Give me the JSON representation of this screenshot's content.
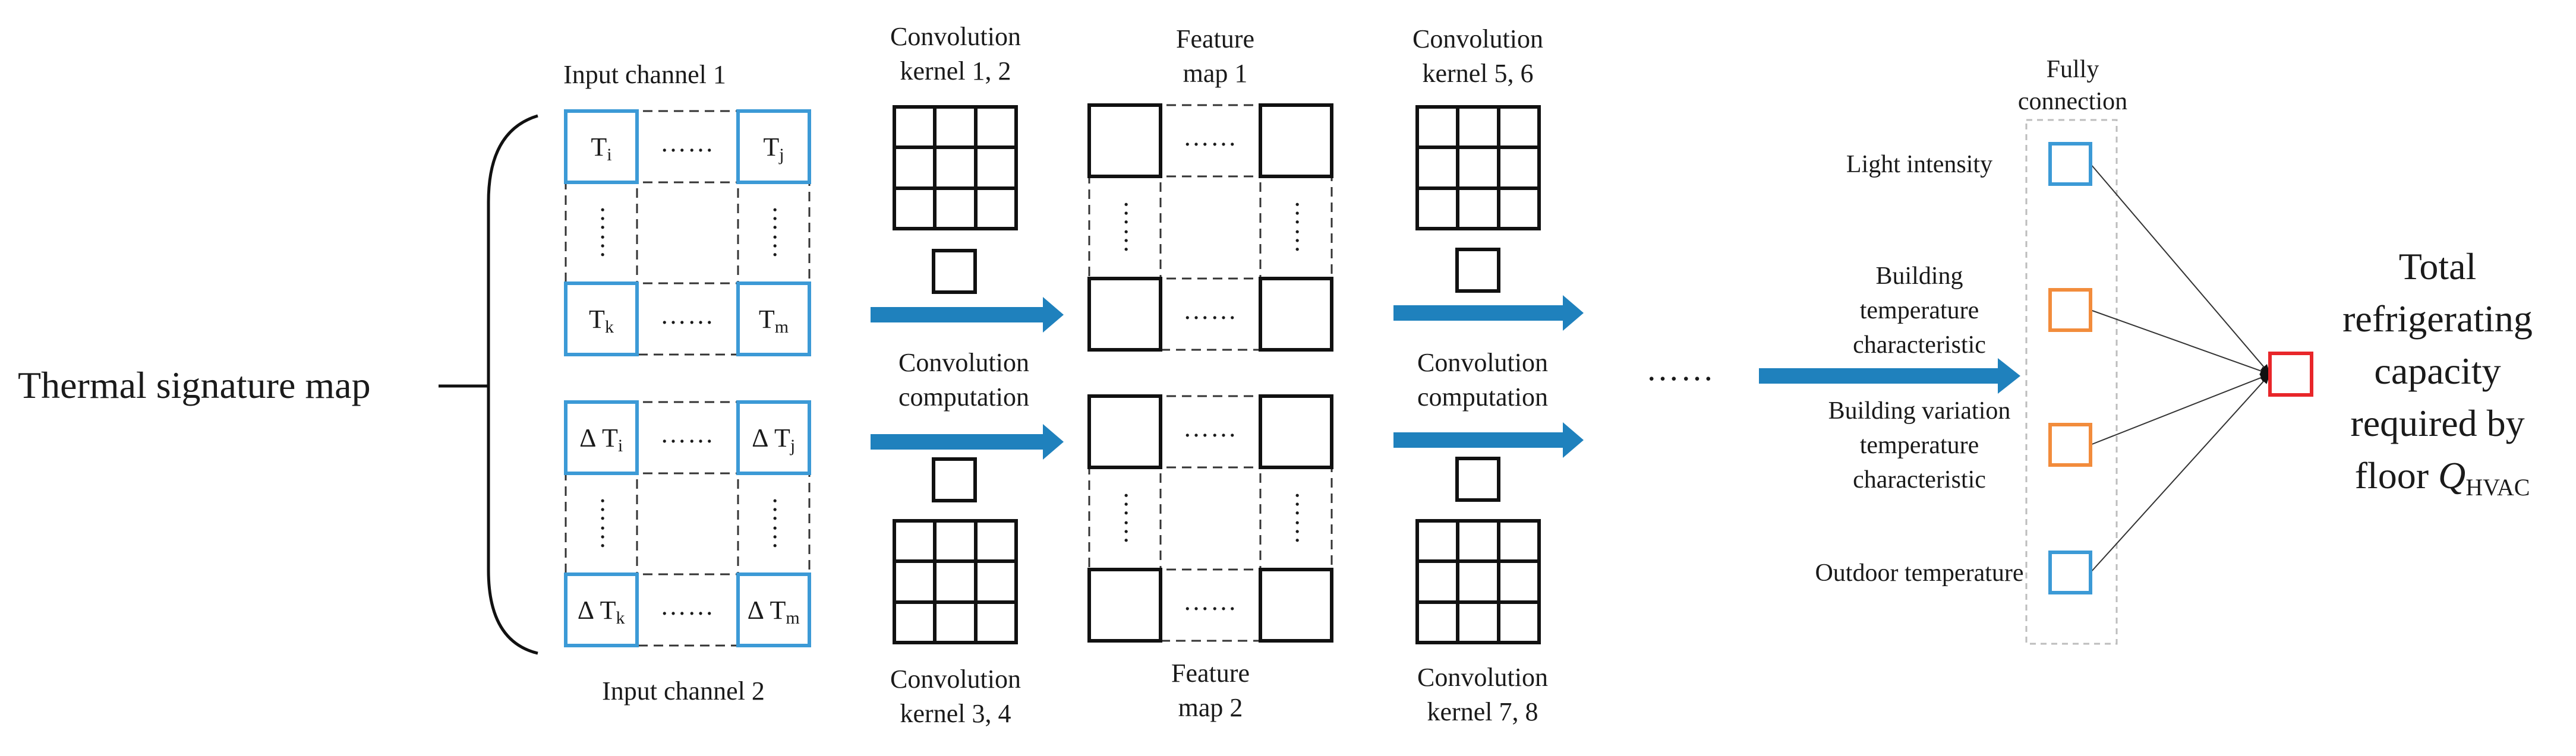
{
  "thermal_map_label": "Thermal signature map",
  "input_channel_1": {
    "title": "Input channel 1",
    "cells": [
      {
        "base": "T",
        "sub": "i"
      },
      {
        "base": "T",
        "sub": "j"
      },
      {
        "base": "T",
        "sub": "k"
      },
      {
        "base": "T",
        "sub": "m"
      }
    ]
  },
  "input_channel_2": {
    "title": "Input channel 2",
    "cells": [
      {
        "base": "∆ T",
        "sub": "i"
      },
      {
        "base": "∆ T",
        "sub": "j"
      },
      {
        "base": "∆ T",
        "sub": "k"
      },
      {
        "base": "∆ T",
        "sub": "m"
      }
    ]
  },
  "dots_horizontal": "……",
  "dots_vertical": "……",
  "ellipsis_between": "……",
  "kernel_1_2": {
    "line1": "Convolution",
    "line2": "kernel 1, 2"
  },
  "kernel_3_4": {
    "line1": "Convolution",
    "line2": "kernel 3, 4"
  },
  "kernel_5_6": {
    "line1": "Convolution",
    "line2": "kernel 5, 6"
  },
  "kernel_7_8": {
    "line1": "Convolution",
    "line2": "kernel 7, 8"
  },
  "conv_computation_1": {
    "line1": "Convolution",
    "line2": "computation"
  },
  "conv_computation_2": {
    "line1": "Convolution",
    "line2": "computation"
  },
  "feature_map_1": {
    "line1": "Feature",
    "line2": "map 1"
  },
  "feature_map_2": {
    "line1": "Feature",
    "line2": "map 2"
  },
  "fully_connection": {
    "line1": "Fully",
    "line2": "connection"
  },
  "features": [
    {
      "lines": [
        "Light intensity"
      ],
      "color": "#3c9ad6"
    },
    {
      "lines": [
        "Building",
        "temperature",
        "characteristic"
      ],
      "color": "#f28c3c"
    },
    {
      "lines": [
        "Building variation",
        "temperature",
        "characteristic"
      ],
      "color": "#f28c3c"
    },
    {
      "lines": [
        "Outdoor temperature"
      ],
      "color": "#3c9ad6"
    }
  ],
  "output_node_color": "#e8262a",
  "output_label": {
    "line1": "Total",
    "line2": "refrigerating",
    "line3": "capacity",
    "line4": "required by",
    "line5_prefix": "floor ",
    "line5_var": "Q",
    "line5_sub": "HVAC"
  },
  "arrow_color": "#1f81bd"
}
